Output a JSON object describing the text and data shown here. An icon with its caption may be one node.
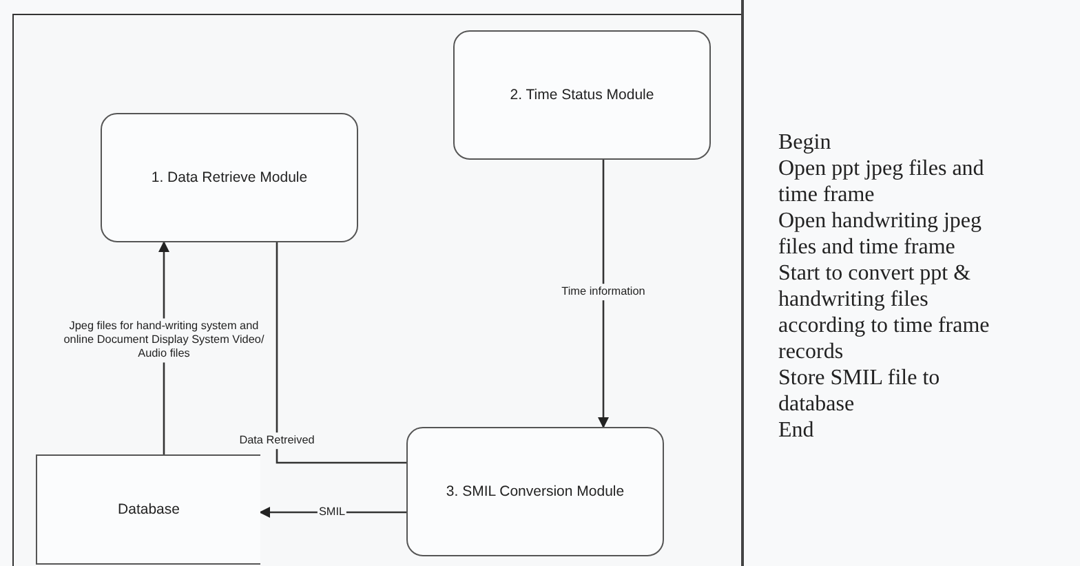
{
  "diagram": {
    "nodes": [
      {
        "text": [
          "1. Data Retrieve Module"
        ]
      },
      {
        "text": [
          "2. Time Status Module"
        ]
      },
      {
        "text": [
          "3. SMIL Conversion Module"
        ]
      },
      {
        "text": [
          "Database"
        ]
      }
    ],
    "edges": [
      {
        "from": 3,
        "to": 0,
        "arrow": "to",
        "label": "Jpeg files for hand-writing system and online Document Display System Video/ Audio files"
      },
      {
        "from": 0,
        "to": 2,
        "arrow": "none",
        "label": "Data Retreived"
      },
      {
        "from": 1,
        "to": 2,
        "arrow": "to",
        "label": "Time information"
      },
      {
        "from": 2,
        "to": 3,
        "arrow": "to",
        "label": "SMIL"
      }
    ],
    "labels": [
      "Begin",
      "Open ppt jpeg files and time frame",
      "Open handwriting jpeg files and time frame",
      "Start to convert ppt & handwriting files according to time frame records",
      "Store SMIL file to database",
      "End"
    ]
  }
}
